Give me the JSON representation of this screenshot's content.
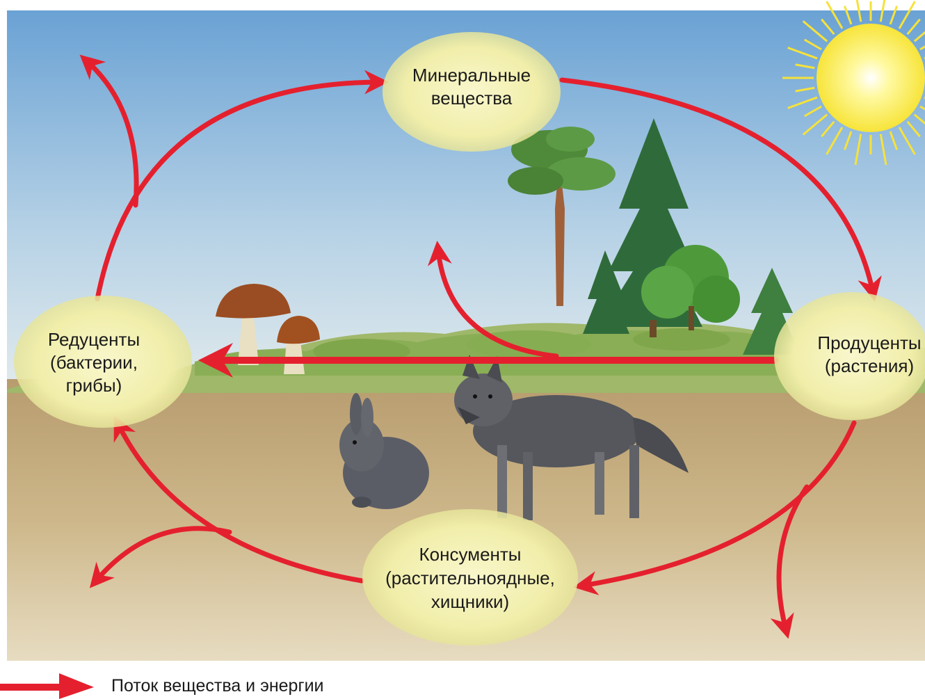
{
  "nodes": {
    "minerals": {
      "line1": "Минеральные",
      "line2": "вещества"
    },
    "producers": {
      "line1": "Продуценты",
      "line2": "(растения)"
    },
    "reducers": {
      "line1": "Редуценты",
      "line2": "(бактерии,",
      "line3": "грибы)"
    },
    "consumers": {
      "line1": "Консументы",
      "line2": "(растительноядные,",
      "line3": "хищники)"
    }
  },
  "legend": {
    "label": "Поток вещества и энергии"
  },
  "colors": {
    "arrow": "#e5202e",
    "sky_top": "#7fb0d8",
    "soil": "#c2a777",
    "node": "#f4f1b8"
  },
  "icons": [
    "sun-icon",
    "pine-tree-icon",
    "spruce-tree-icon",
    "mushroom-icon",
    "hare-icon",
    "wolf-icon"
  ]
}
